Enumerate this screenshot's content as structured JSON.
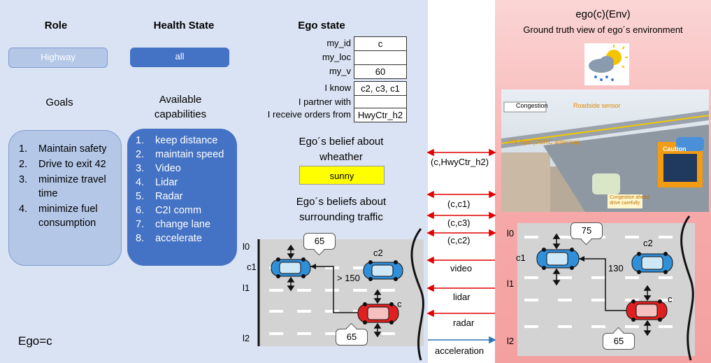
{
  "left": {
    "role_header": "Role",
    "health_header": "Health State",
    "ego_state_header": "Ego state",
    "role_button": "Highway",
    "health_button": "all",
    "goals_header": "Goals",
    "capabilities_header_1": "Available",
    "capabilities_header_2": "capabilities",
    "goals": [
      {
        "n": "1.",
        "text": "Maintain safety"
      },
      {
        "n": "2.",
        "text": "Drive to exit 42"
      },
      {
        "n": "3.",
        "text": "minimize travel time"
      },
      {
        "n": "4.",
        "text": "minimize fuel consumption"
      }
    ],
    "capabilities": [
      {
        "n": "1.",
        "text": "keep distance"
      },
      {
        "n": "2.",
        "text": "maintain speed"
      },
      {
        "n": "3.",
        "text": "Video"
      },
      {
        "n": "4.",
        "text": "Lidar"
      },
      {
        "n": "5.",
        "text": "Radar"
      },
      {
        "n": "6.",
        "text": "C2I comm"
      },
      {
        "n": "7.",
        "text": "change lane"
      },
      {
        "n": "8.",
        "text": "accelerate"
      }
    ],
    "ego_label": "Ego=c"
  },
  "ego_state": {
    "rows": [
      {
        "label": "my_id",
        "value": "c"
      },
      {
        "label": "my_loc",
        "value": ""
      },
      {
        "label": "my_v",
        "value": "60"
      },
      {
        "label": "I know",
        "value": "c2, c3, c1"
      },
      {
        "label": "I partner with",
        "value": ""
      },
      {
        "label": "I receive orders from",
        "value": "HwyCtr_h2"
      }
    ]
  },
  "belief": {
    "weather_title_1": "Ego´s belief about",
    "weather_title_2": "wheather",
    "weather_value": "sunny",
    "traffic_title_1": "Ego´s beliefs about",
    "traffic_title_2": "surrounding traffic",
    "lanes": [
      "l0",
      "l1",
      "l2"
    ],
    "c1_label": "c1",
    "c2_label": "c2",
    "c_label": "c",
    "dist_label": "> 150",
    "speed_top": "65",
    "speed_bottom": "65"
  },
  "links": {
    "c_hwy": "(c,HwyCtr_h2)",
    "c_c1": "(c,c1)",
    "c_c3": "(c,c3)",
    "c_c2": "(c,c2)",
    "video": "video",
    "lidar": "lidar",
    "radar": "radar",
    "acceleration": "acceleration"
  },
  "right": {
    "title": "ego(c)(Env)",
    "subtitle": "Ground truth view of ego´s environment",
    "photo_congestion": "Congestion",
    "photo_roadside": "Roadside sensor",
    "photo_its": "ITS Spot(DSRC antenna)",
    "photo_caution": "Caution",
    "photo_caption": "Congestion ahead drive carefully",
    "c1_label": "c1",
    "c2_label": "c2",
    "c_label": "c",
    "dist_label": "130",
    "speed_top": "75",
    "speed_bottom": "65"
  },
  "colors": {
    "left_bg": "#dae3f3",
    "right_bg": "#f4a0a0",
    "dark_blue": "#4472c4",
    "light_blue": "#b4c7e7",
    "arrow_red": "#e00000",
    "arrow_blue": "#2e75b6",
    "car_blue": "#2f8fd8",
    "car_red": "#e02020",
    "sunny": "#ffff00"
  }
}
